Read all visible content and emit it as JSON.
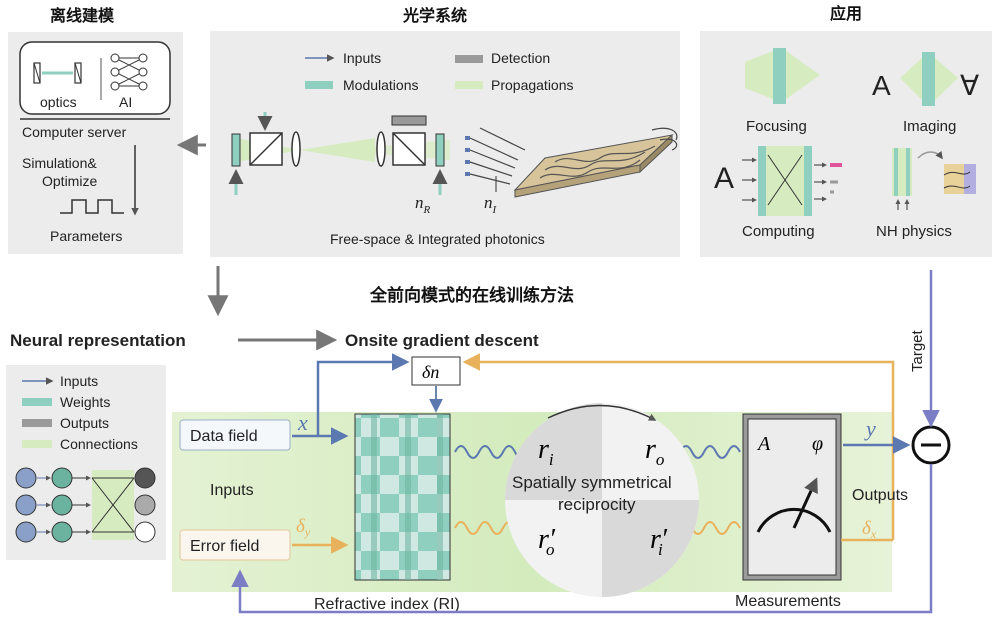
{
  "headers": {
    "offline": "离线建模",
    "optical": "光学系统",
    "application": "应用",
    "method": "全前向模式的在线训练方法"
  },
  "offline": {
    "optics": "optics",
    "ai": "AI",
    "server": "Computer server",
    "sim1": "Simulation&",
    "sim2": "Optimize",
    "params": "Parameters"
  },
  "optical": {
    "legend": [
      "Inputs",
      "Modulations",
      "Detection",
      "Propagations"
    ],
    "nR": "n",
    "nR_sub": "R",
    "nI": "n",
    "nI_sub": "I",
    "caption": "Free-space & Integrated photonics"
  },
  "application": {
    "focusing": "Focusing",
    "imaging": "Imaging",
    "imaging_letter": "A",
    "imaging_flip": "∀",
    "computing": "Computing",
    "computing_letter": "A",
    "nh": "NH physics"
  },
  "middle": {
    "neural": "Neural representation",
    "onsite": "Onsite gradient descent"
  },
  "legend_lower": [
    "Inputs",
    "Weights",
    "Outputs",
    "Connections"
  ],
  "main": {
    "data_field": "Data field",
    "error_field": "Error field",
    "x": "x",
    "delta_y": "δ",
    "delta_y_sub": "y",
    "inputs": "Inputs",
    "delta_n": "δn",
    "ri_label": "Refractive index (RI)",
    "r_i": "r",
    "r_i_sub": "i",
    "r_o": "r",
    "r_o_sub": "o",
    "r_o_p": "r",
    "r_o_p_sub": "o",
    "r_i_p": "r",
    "r_i_p_sub": "i",
    "prime": "′",
    "sym1": "Spatially symmetrical",
    "sym2": "reciprocity",
    "A": "A",
    "phi": "φ",
    "measurements": "Measurements",
    "y": "y",
    "delta_x": "δ",
    "delta_x_sub": "x",
    "outputs": "Outputs",
    "target": "Target"
  },
  "colors": {
    "blue": "#5b78b0",
    "orange": "#e8b15c",
    "purple": "#7b7ec4",
    "teal": "#8ecfc0",
    "green": "#d6ecc0",
    "gray": "#9a9a9a"
  }
}
